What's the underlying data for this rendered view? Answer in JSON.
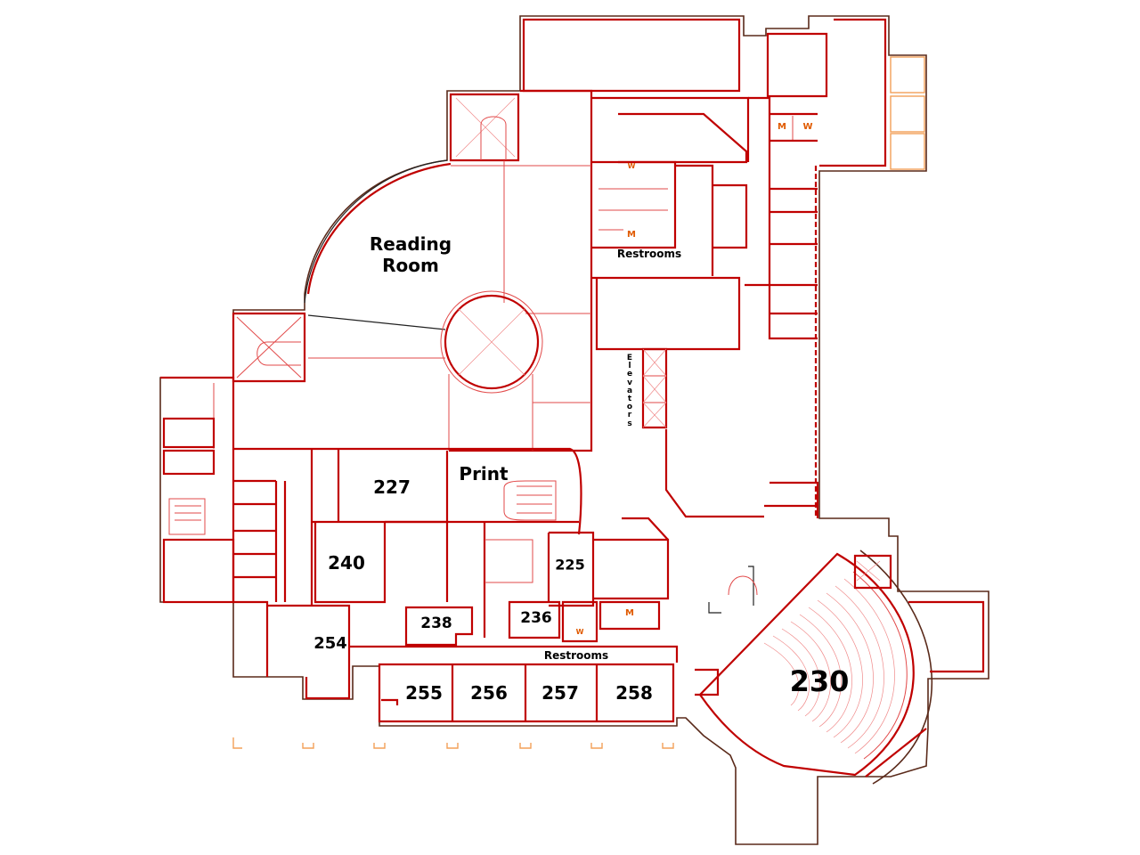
{
  "map": {
    "rooms": [
      {
        "id": "reading-room",
        "label": "Reading\nRoom"
      },
      {
        "id": "room-227",
        "label": "227"
      },
      {
        "id": "print",
        "label": "Print"
      },
      {
        "id": "room-240",
        "label": "240"
      },
      {
        "id": "room-225",
        "label": "225"
      },
      {
        "id": "room-238",
        "label": "238"
      },
      {
        "id": "room-236",
        "label": "236"
      },
      {
        "id": "room-254",
        "label": "254"
      },
      {
        "id": "room-255",
        "label": "255"
      },
      {
        "id": "room-256",
        "label": "256"
      },
      {
        "id": "room-257",
        "label": "257"
      },
      {
        "id": "room-258",
        "label": "258"
      },
      {
        "id": "room-230",
        "label": "230"
      }
    ],
    "restrooms_upper": "Restrooms",
    "restrooms_lower": "Restrooms",
    "elevators": "Elevators",
    "markers": {
      "m": "M",
      "w": "W"
    },
    "colors": {
      "wall": "#c00000",
      "outline": "#5a2a1a",
      "detail": "#e24a4a",
      "marker": "#e05a00",
      "column": "#f3a058"
    }
  }
}
